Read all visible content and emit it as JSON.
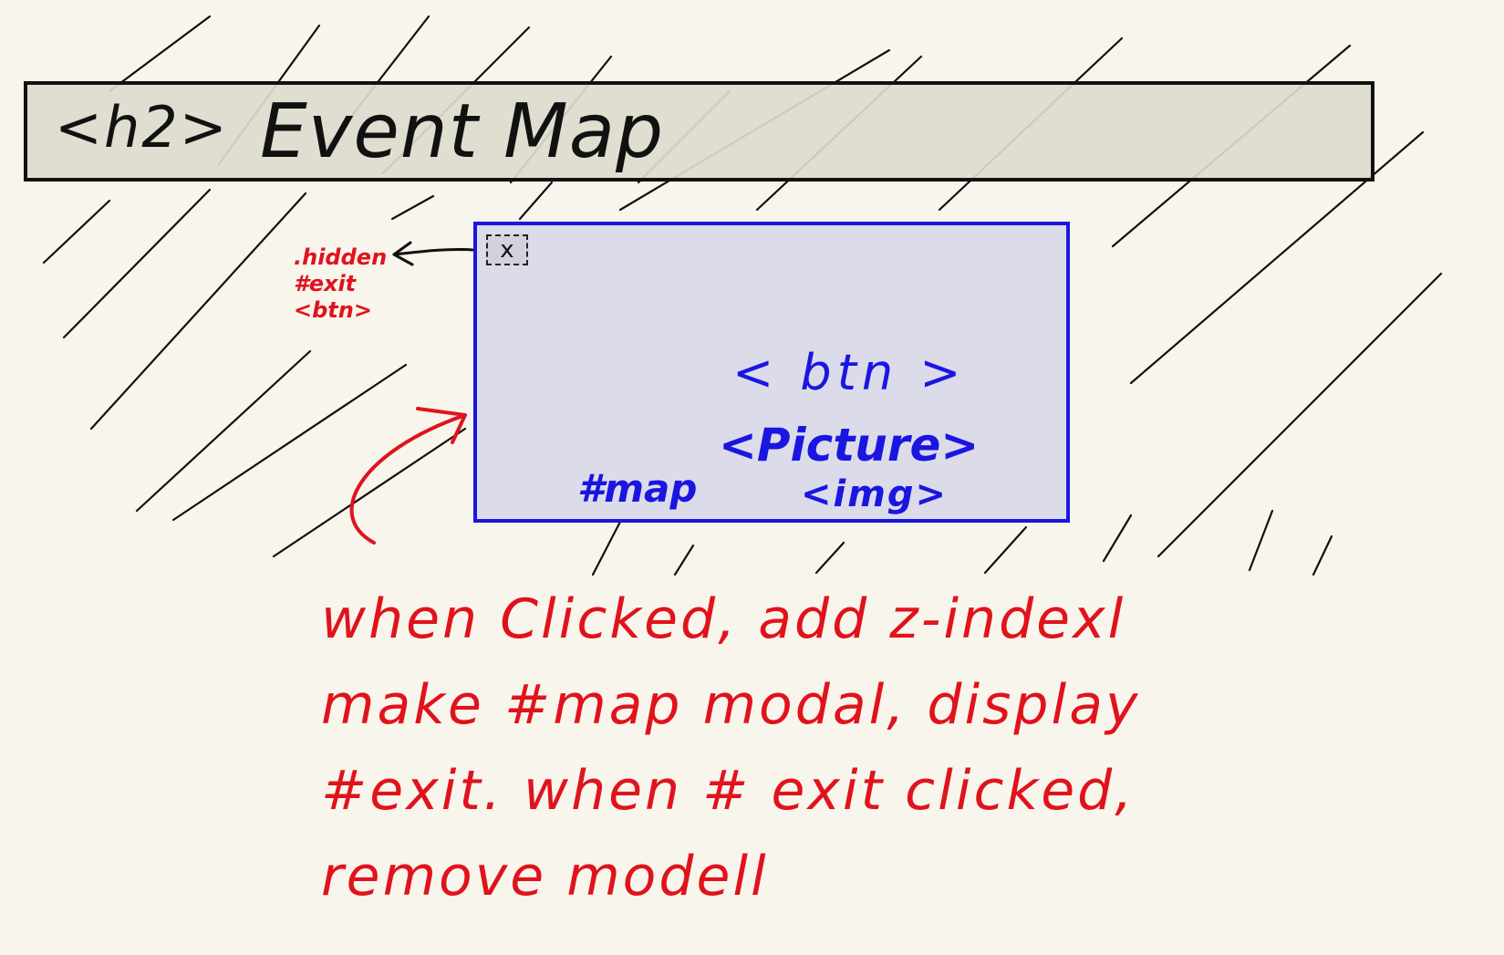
{
  "header": {
    "tag": "<h2>",
    "title": "Event Map"
  },
  "map_box": {
    "exit_button_label": "x",
    "btn_label": "< btn >",
    "picture_label": "<Picture>",
    "map_label": "#map",
    "img_label": "<img>"
  },
  "exit_notes": [
    ".hidden",
    "#exit",
    "<btn>"
  ],
  "caption_lines": [
    "when Clicked, add z-indexl",
    "make #map modal, display",
    "#exit. when # exit clicked,",
    "remove modell"
  ],
  "colors": {
    "background": "#f8f5ec",
    "ink": "#111111",
    "blue": "#1a16e0",
    "red": "#e0131c",
    "header_fill": "#dcdbcd",
    "map_fill": "#dcdbea"
  }
}
